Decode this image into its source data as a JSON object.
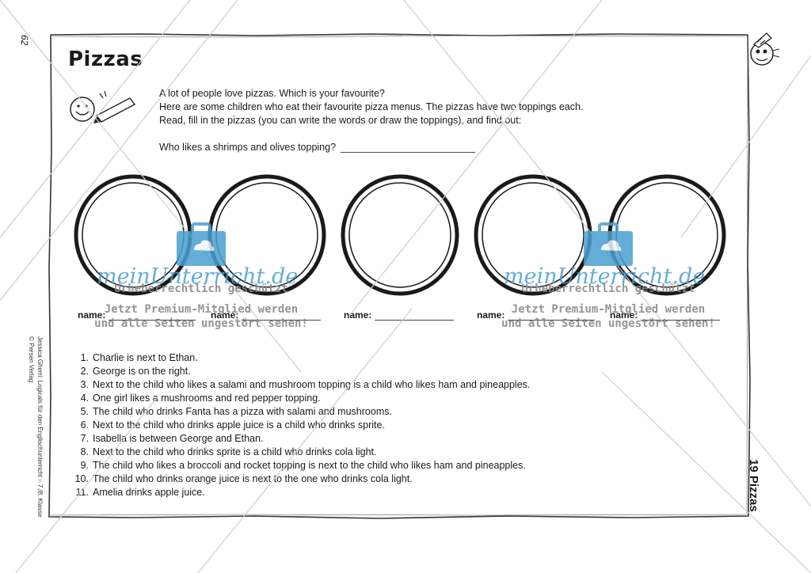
{
  "page_number": "62",
  "credit": "Jessica Gherri: Logicals für den Englischunterricht – 7./8. Klasse\n© Persen Verlag",
  "chapter": "19 Pizzas",
  "title": "Pizzas",
  "intro": [
    "A lot of people love pizzas. Which is your favourite?",
    "Here are some children who eat their favourite pizza menus. The pizzas have two toppings each.",
    "Read, fill in the pizzas (you can write the words or draw the toppings), and find out:"
  ],
  "question": "Who likes a shrimps and olives topping?",
  "name_label": "name:",
  "clues": [
    {
      "num": "1.",
      "text": "Charlie is next to Ethan."
    },
    {
      "num": "2.",
      "text": "George is on the right."
    },
    {
      "num": "3.",
      "text": "Next to the child who likes a salami and mushroom topping is a child who likes ham and pineapples."
    },
    {
      "num": "4.",
      "text": "One girl likes a mushrooms and red pepper topping."
    },
    {
      "num": "5.",
      "text": "The child who drinks Fanta has a pizza with salami and mushrooms."
    },
    {
      "num": "6.",
      "text": "Next to the child who drinks apple juice is a child who drinks sprite."
    },
    {
      "num": "7.",
      "text": "Isabella is between George and Ethan."
    },
    {
      "num": "8.",
      "text": "Next to the child who drinks sprite is a child who drinks cola light."
    },
    {
      "num": "9.",
      "text": "The child who likes a broccoli and rocket topping is next to the child who likes ham and pineapples."
    },
    {
      "num": "10.",
      "text": "The child who drinks orange juice is next to the one who drinks cola light."
    },
    {
      "num": "11.",
      "text": "Amelia drinks apple juice."
    }
  ],
  "watermark": {
    "brand": "meinUnterricht.de",
    "line1": "Urheberrechtlich geschützt",
    "line2": "Jetzt Premium-Mitglied werden",
    "line3": "und alle Seiten ungestört sehen!"
  },
  "icons": {
    "smiley_pencil": "smiley-pencil-icon",
    "mascot": "cartoon-mascot-icon",
    "briefcase": "briefcase-logo-icon"
  },
  "colors": {
    "watermark_blue": "#4a9fd1",
    "watermark_gray": "#8a8a8a",
    "ink": "#1a1a1a"
  }
}
